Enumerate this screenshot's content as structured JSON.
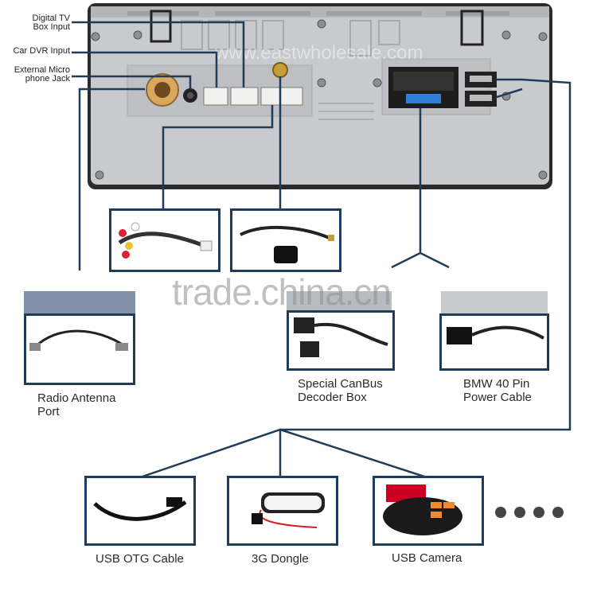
{
  "labels": {
    "digital_tv": [
      "Digital TV",
      "Box Input"
    ],
    "car_dvr": "Car DVR Input",
    "mic": [
      "External Micro",
      "phone Jack"
    ]
  },
  "watermark": "trade.china.cn",
  "unit_watermark": "www.eastwholesale.com",
  "items": {
    "radio_antenna": [
      "Radio Antenna",
      "Port"
    ],
    "canbus": [
      "Special CanBus",
      "Decoder Box"
    ],
    "bmw_cable": [
      "BMW 40 Pin",
      "Power Cable"
    ],
    "usb_otg": "USB OTG Cable",
    "dongle": "3G Dongle",
    "usb_camera": "USB Camera"
  },
  "colors": {
    "line": "#1f3c5a",
    "unit_body": "#c9cbce",
    "unit_dark": "#2a2a2a",
    "bar": "#6b7f99"
  }
}
